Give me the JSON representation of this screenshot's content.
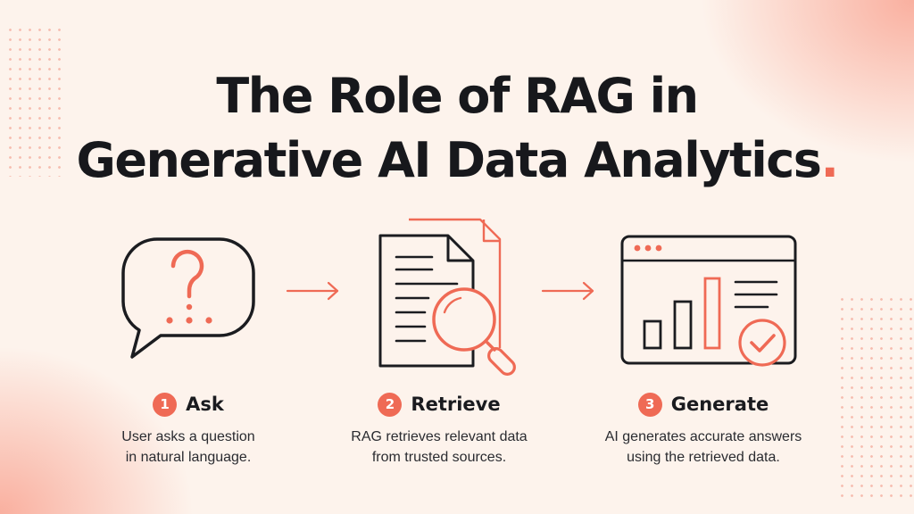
{
  "title": {
    "line1": "The Role of RAG in",
    "line2": "Generative AI Data Analytics",
    "period": "."
  },
  "steps": [
    {
      "number": "1",
      "name": "Ask",
      "desc_line1": "User asks a question",
      "desc_line2": "in natural language.",
      "icon": "question-speech-bubble-icon"
    },
    {
      "number": "2",
      "name": "Retrieve",
      "desc_line1": "RAG retrieves relevant data",
      "desc_line2": "from trusted sources.",
      "icon": "document-magnifier-icon"
    },
    {
      "number": "3",
      "name": "Generate",
      "desc_line1": "AI generates accurate answers",
      "desc_line2": "using the retrieved data.",
      "icon": "chart-window-check-icon"
    }
  ],
  "colors": {
    "accent": "#ef6a55",
    "ink": "#1b1c20",
    "background": "#fdf3ec"
  }
}
